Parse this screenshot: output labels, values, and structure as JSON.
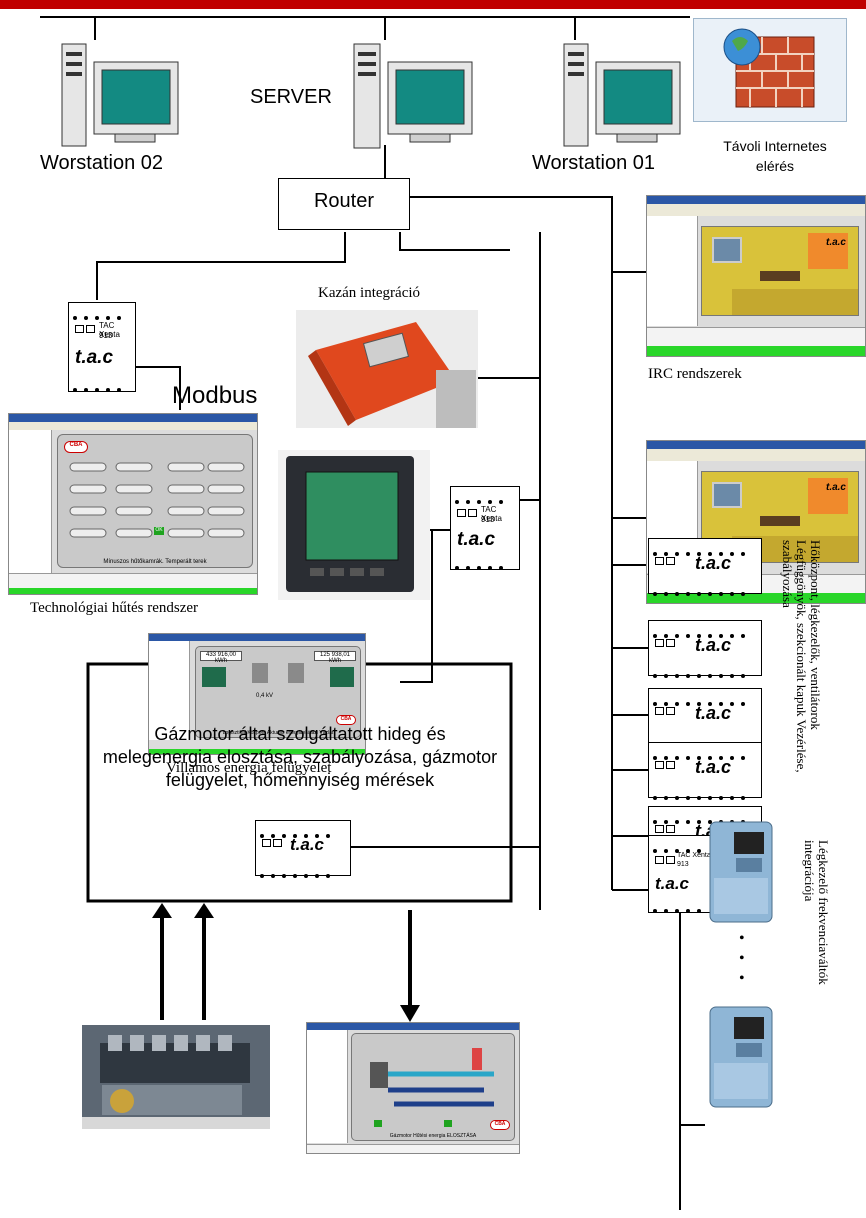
{
  "labels": {
    "workstation_left": "Worstation 02",
    "server": "SERVER",
    "workstation_right": "Worstation 01",
    "remote_access": "Távoli Internetes elérés",
    "router": "Router",
    "modbus": "Modbus",
    "boiler": "Kazán integráció",
    "irc": "IRC rendszerek",
    "cooling": "Technológiai hűtés rendszer",
    "electric": "Villamos energia felügyelet",
    "hvac": "Hőközpont, légkezelők, ventilátorok Légfüggönyök, szekcionált kapuk Vezérlése, szabályozása",
    "vfd": "Légkezelő frekvenciaváltók integrációja",
    "gas_engine": "Gázmotor által szolgáltatott hideg és melegenergia elosztása, szabályozása, gázmotor felügyelet, hőmennyiség mérések"
  },
  "tac": {
    "logo": "t.a.c",
    "model_line1": "TAC Xenta",
    "model_line2": "913"
  },
  "screens": {
    "irc_tag": "t.a.c",
    "cooling_title": "Mínuszos hűtőkamrák. Temperált terek",
    "cooling_ok": "OK",
    "electric_title": "Logisztikai Központ Aktuális energiaellátási Vázlat",
    "electric_kwh1": "433 916,00 kWh",
    "electric_kwh2": "125 938,01 kWh",
    "electric_kv": "0,4 kV",
    "gas_title": "Gázmotor Hűtési energia ELOSZTÁSA",
    "cba": "CBA"
  },
  "colors": {
    "top_bar": "#c00000",
    "monitor_screen": "#138a82",
    "router_border": "#000000",
    "irc_wall": "#d9c23a",
    "boiler_orange": "#e0481e",
    "vfd_blue": "#8fb6d6"
  }
}
